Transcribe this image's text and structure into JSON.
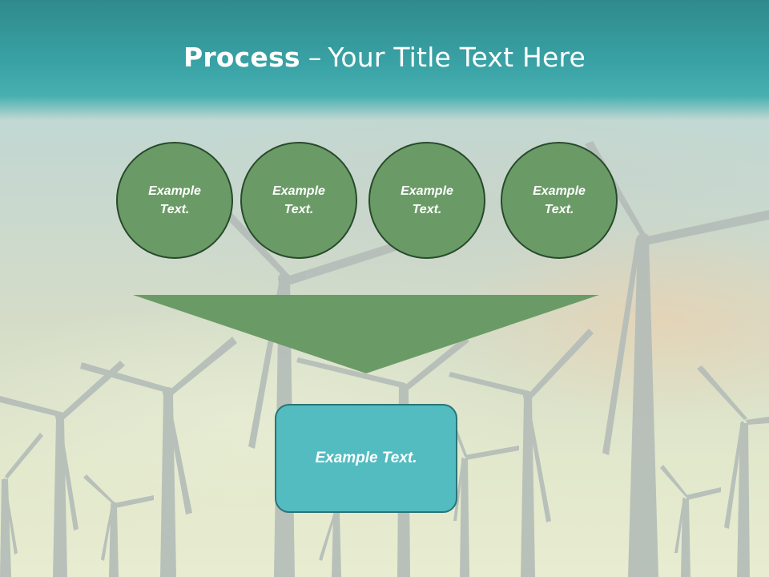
{
  "slide": {
    "title_strong": "Process",
    "title_dash": "–",
    "title_rest": "Your Title Text Here",
    "circles": [
      {
        "text": "Example Text."
      },
      {
        "text": "Example Text."
      },
      {
        "text": "Example Text."
      },
      {
        "text": "Example Text."
      }
    ],
    "result_box": {
      "text": "Example Text."
    }
  },
  "colors": {
    "title_band": "#3aa3a6",
    "circle_fill": "#6a9b66",
    "circle_border": "#284a2c",
    "funnel_fill": "#6a9b66",
    "box_fill": "#52bcc0",
    "box_border": "#2a7478",
    "text": "#ffffff"
  },
  "icons": {
    "background": "wind-turbines-photo"
  }
}
